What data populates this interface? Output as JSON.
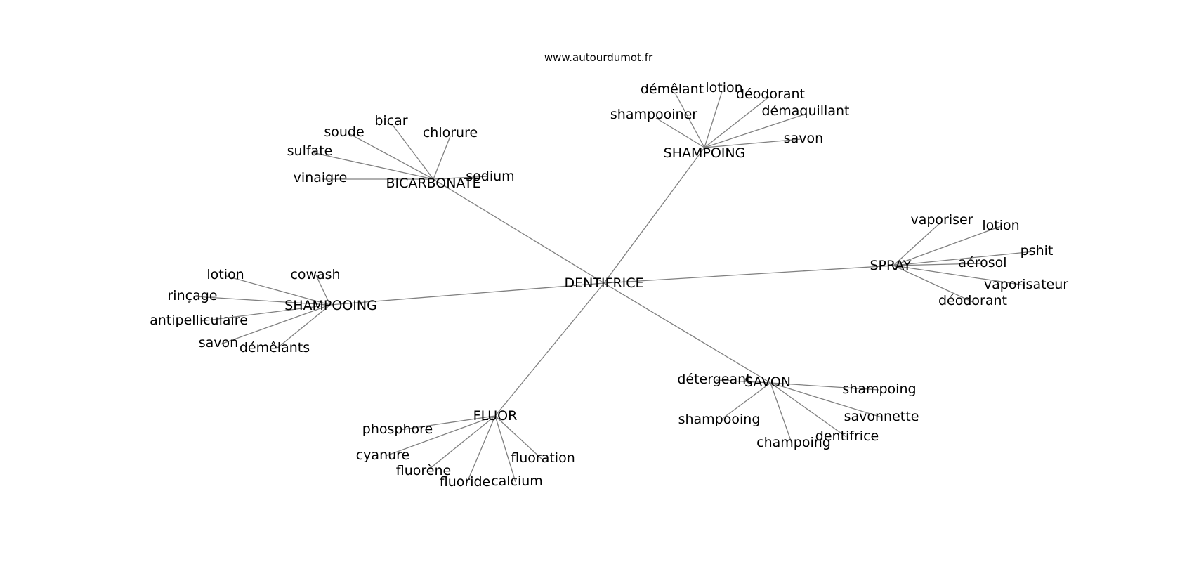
{
  "site": "www.autourdumot.fr",
  "colors": {
    "edge": "#808080",
    "text": "#000000",
    "background": "#ffffff"
  },
  "graph": {
    "center": {
      "id": "dentifrice",
      "label": "DENTIFRICE"
    },
    "clusters": [
      {
        "id": "shampoing",
        "label": "SHAMPOING",
        "leaves": [
          "démêlant",
          "lotion",
          "déodorant",
          "shampooiner",
          "démaquillant",
          "savon"
        ]
      },
      {
        "id": "bicarbonate",
        "label": "BICARBONATE",
        "leaves": [
          "bicar",
          "soude",
          "chlorure",
          "sulfate",
          "vinaigre",
          "sodium"
        ]
      },
      {
        "id": "spray",
        "label": "SPRAY",
        "leaves": [
          "vaporiser",
          "lotion",
          "pshit",
          "aérosol",
          "vaporisateur",
          "déodorant"
        ]
      },
      {
        "id": "shampooing",
        "label": "SHAMPOOING",
        "leaves": [
          "lotion",
          "cowash",
          "rinçage",
          "antipelliculaire",
          "savon",
          "démêlants"
        ]
      },
      {
        "id": "savon",
        "label": "SAVON",
        "leaves": [
          "détergeant",
          "shampoing",
          "shampooing",
          "savonnette",
          "dentifrice",
          "champoing"
        ]
      },
      {
        "id": "fluor",
        "label": "FLUOR",
        "leaves": [
          "phosphore",
          "cyanure",
          "fluorène",
          "fluoride",
          "calcium",
          "fluoration"
        ]
      }
    ]
  }
}
